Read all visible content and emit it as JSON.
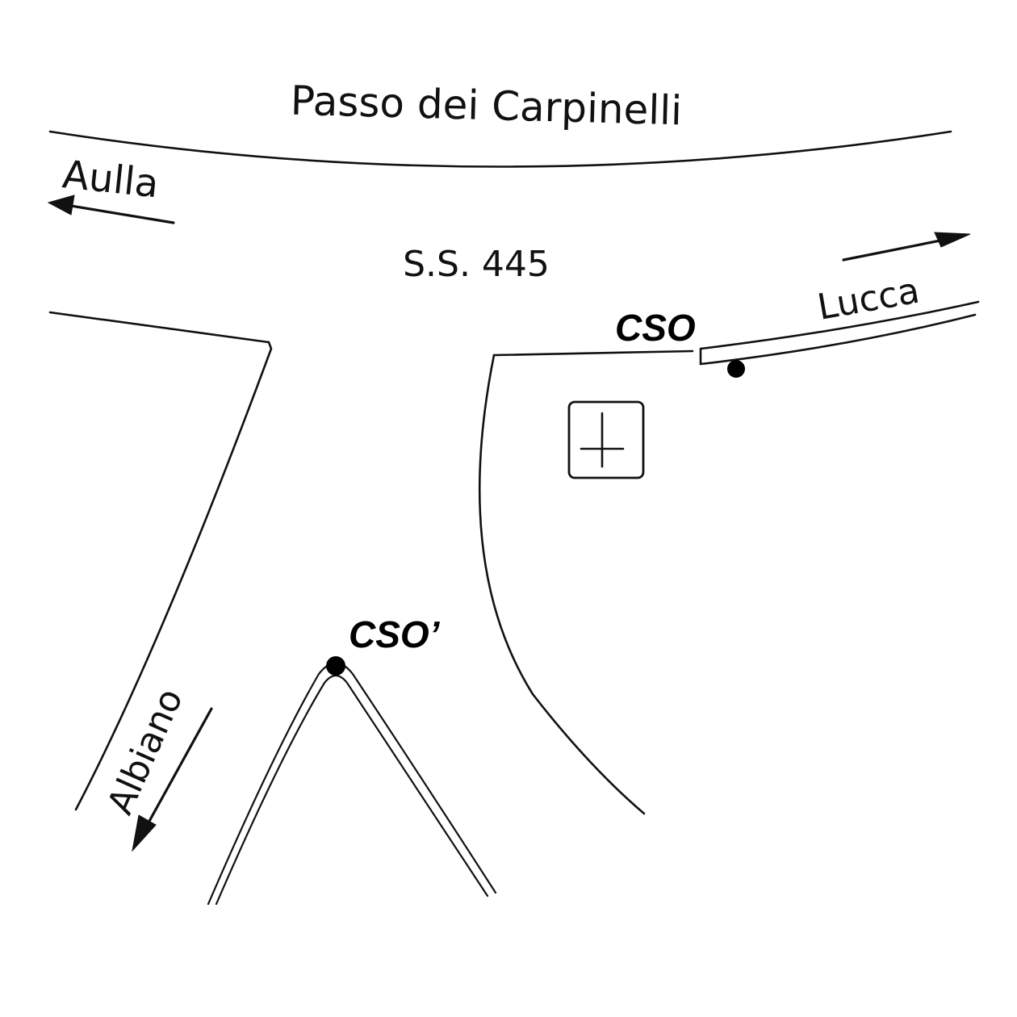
{
  "map": {
    "pass_name": "Passo dei Carpinelli",
    "road_name": "S.S. 445",
    "destinations": {
      "west": "Aulla",
      "east": "Lucca",
      "south": "Albiano"
    },
    "points": {
      "cso": "CSO",
      "cso_alt": "CSO’"
    },
    "icons": {
      "church": "church-cross-icon",
      "point": "location-dot-icon",
      "arrow": "direction-arrow-icon"
    },
    "colors": {
      "ink": "#111111",
      "background": "#ffffff"
    }
  }
}
